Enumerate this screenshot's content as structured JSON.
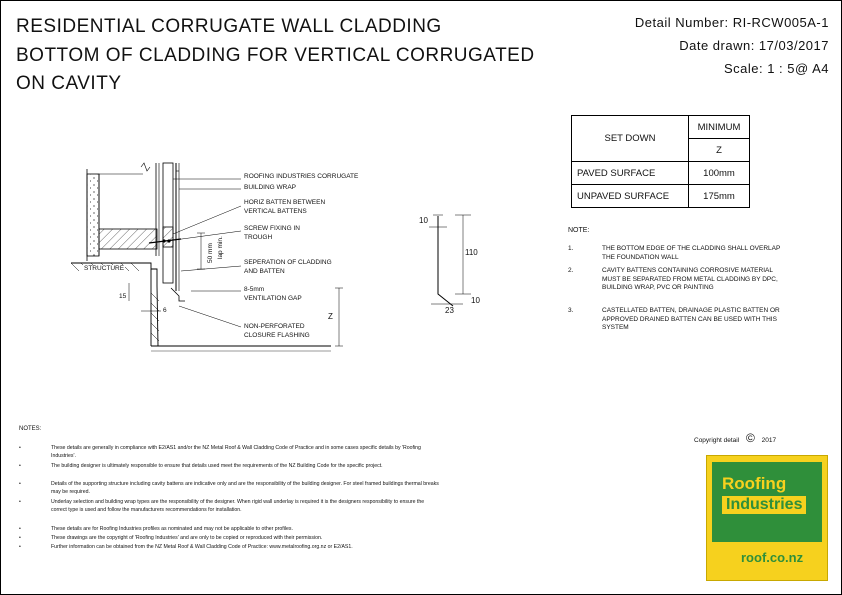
{
  "title": {
    "line1": "RESIDENTIAL CORRUGATE WALL CLADDING",
    "line2": "BOTTOM OF CLADDING FOR VERTICAL CORRUGATED",
    "line3": "ON CAVITY"
  },
  "header": {
    "detail_number": "Detail Number:  RI-RCW005A-1",
    "date_drawn": "Date drawn:  17/03/2017",
    "scale": "Scale:   1 : 5@ A4"
  },
  "setdown_table": {
    "set_down": "SET DOWN",
    "minimum": "MINIMUM",
    "z": "Z",
    "paved_label": "PAVED SURFACE",
    "paved_value": "100mm",
    "unpaved_label": "UNPAVED SURFACE",
    "unpaved_value": "175mm"
  },
  "detail_labels": {
    "roofing_1": "ROOFING INDUSTRIES CORRUGATE",
    "wrap": "BUILDING WRAP",
    "horiz_1": "HORIZ BATTEN BETWEEN",
    "horiz_2": "VERTICAL BATTENS",
    "screw_1": "SCREW FIXING IN",
    "screw_2": "TROUGH",
    "sep_1": "SEPERATION OF CLADDING",
    "sep_2": "AND BATTEN",
    "vent_1": "8-5mm",
    "vent_2": "VENTILATION GAP",
    "nonperf_1": "NON-PERFORATED",
    "nonperf_2": "CLOSURE FLASHING",
    "structure": "STRUCTURE",
    "dim_50_1": "50 mm",
    "dim_50_2": "lap min.",
    "dim_15": "15",
    "dim_6": "6",
    "dim_z": "Z"
  },
  "flashing_dims": {
    "d10a": "10",
    "d110": "110",
    "d23": "23",
    "d10b": "10"
  },
  "right_notes": {
    "heading": "NOTE:",
    "items": [
      {
        "num": "1.",
        "text": "THE BOTTOM EDGE OF THE CLADDING SHALL OVERLAP THE FOUNDATION WALL"
      },
      {
        "num": "2.",
        "text": "CAVITY BATTENS CONTAINING CORROSIVE MATERIAL MUST BE SEPARATED FROM METAL CLADDING BY DPC, BUILDING WRAP, PVC OR PAINTING"
      },
      {
        "num": "3.",
        "text": "CASTELLATED BATTEN, DRAINAGE PLASTIC BATTEN OR APPROVED DRAINED BATTEN CAN BE USED WITH THIS SYSTEM"
      }
    ]
  },
  "footer_notes": {
    "heading": "NOTES:",
    "bullet": "•",
    "items": [
      "These details are generally in compliance with E2/AS1 and/or the NZ Metal Roof & Wall Cladding Code of Practice and in some cases specific details by 'Roofing Industries'.",
      "The building designer is ultimately responsible to ensure that details used meet the requirements of the NZ Building Code for the specific project.",
      "Details of the supporting structure including cavity battens are indicative only and are the responsibility of the building designer. For steel framed buildings thermal breaks may be required.",
      "Underlay selection and building wrap types are the responsibility of the designer. When rigid wall underlay is required it is the designers responsibility to ensure the correct type is used and follow the manufacturers recommendations for installation.",
      "These details are for Roofing Industries profiles as nominated and may not be applicable to other profiles.",
      "These drawings are the copyright of 'Roofing Industries' and are only to be copied or reproduced with their permission.",
      "Further information can be obtained from the NZ Metal Roof & Wall Cladding Code of Practice: www.metalroofing.org.nz or E2/AS1."
    ]
  },
  "copyright": {
    "label": "Copyright detail",
    "symbol": "©",
    "year": "2017"
  },
  "logo": {
    "line1": "Roofing",
    "line2": "Industries",
    "url": "roof.co.nz",
    "colors": {
      "green": "#2f8f3a",
      "yellow": "#f6d11e"
    }
  }
}
